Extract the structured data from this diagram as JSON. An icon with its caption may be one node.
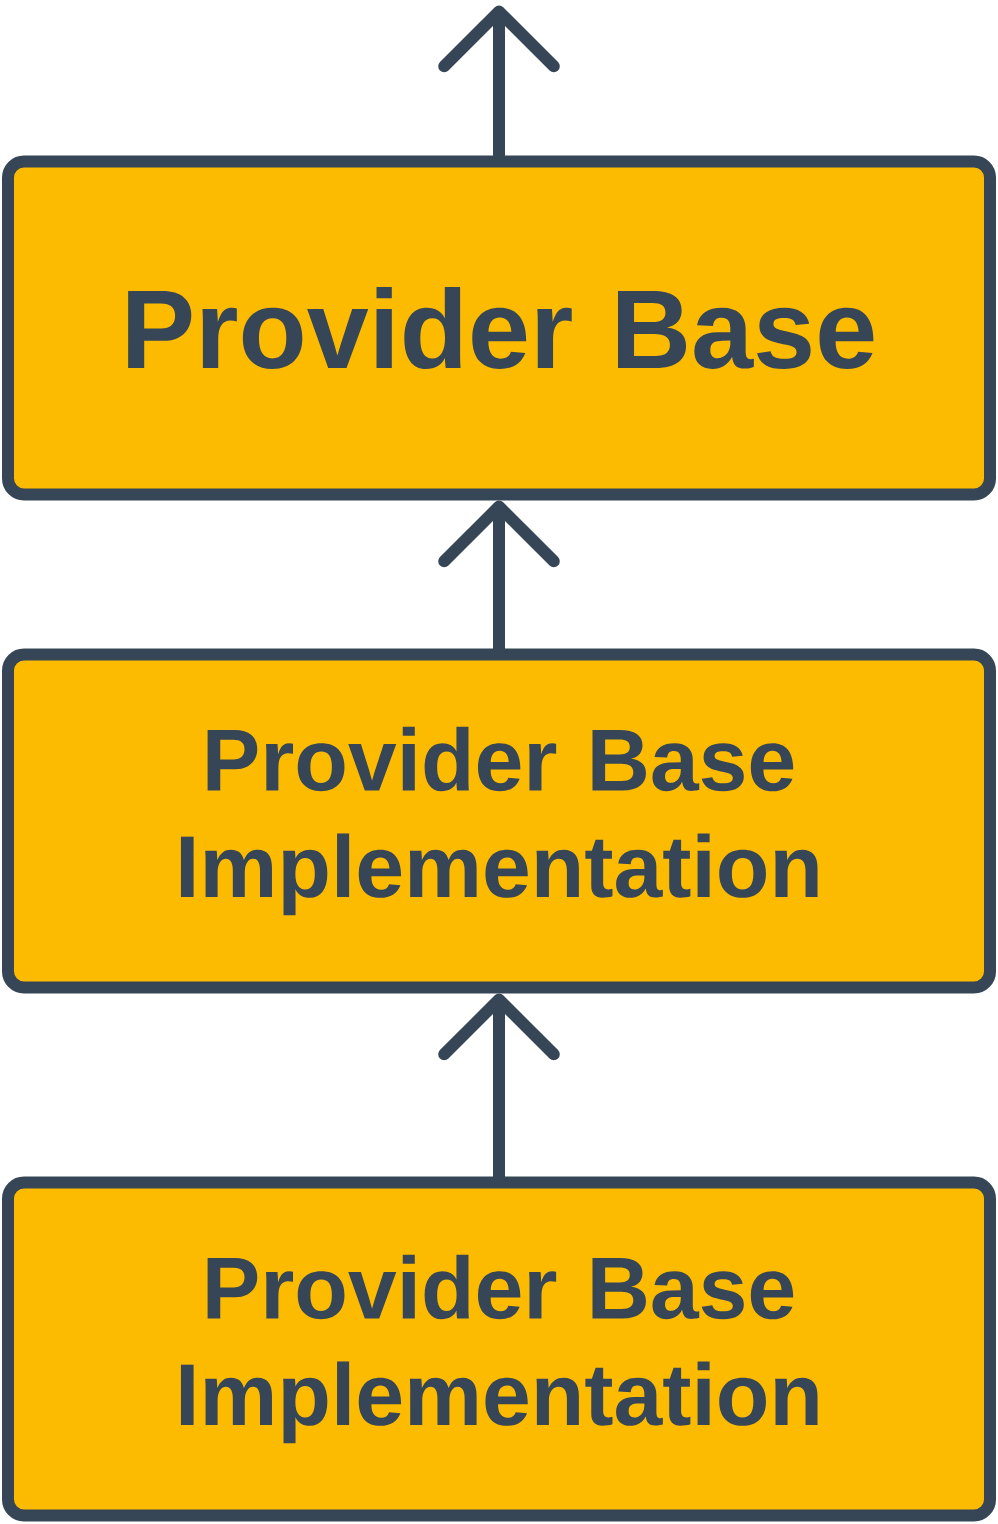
{
  "diagram": {
    "nodes": [
      {
        "text": [
          "Provider Base"
        ]
      },
      {
        "text": [
          "Provider Base Implementation"
        ]
      },
      {
        "text": [
          "Provider Base Implementation"
        ]
      }
    ],
    "edges": [
      {
        "from": 0,
        "to": null,
        "arrow": "to"
      },
      {
        "from": 1,
        "to": 0,
        "arrow": "to"
      },
      {
        "from": 2,
        "to": 1,
        "arrow": "to"
      }
    ]
  }
}
